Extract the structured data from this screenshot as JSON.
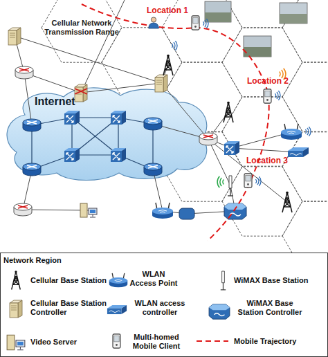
{
  "diagram": {
    "nodes": [
      {
        "text": [
          "Internet"
        ]
      }
    ],
    "labels": [
      "Cellular Network Transmission Range",
      "Location 1",
      "Location 2",
      "Location 3",
      "Network Region"
    ],
    "legend": [
      {
        "text": "Cellular Base Station"
      },
      {
        "text": "WLAN Access Point"
      },
      {
        "text": "WiMAX Base Station"
      },
      {
        "text": "Cellular Base Station Controller"
      },
      {
        "text": "WLAN access controller"
      },
      {
        "text": "WiMAX Base Station Controller"
      },
      {
        "text": "Video Server"
      },
      {
        "text": "Multi-homed Mobile Client"
      },
      {
        "text": "Mobile Trajectory"
      }
    ]
  }
}
